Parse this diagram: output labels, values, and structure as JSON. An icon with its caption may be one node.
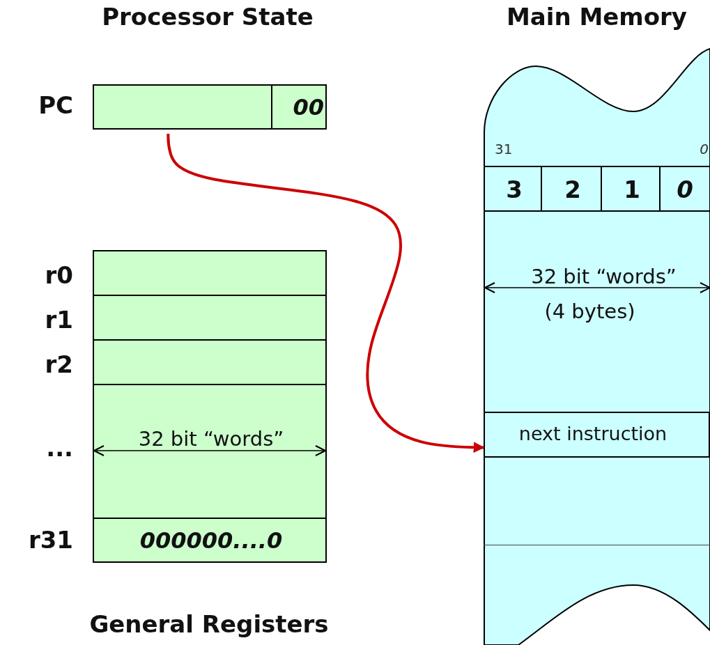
{
  "diagram": {
    "nodes": [
      {
        "text": [],
        "shape": "box",
        "beside": [
          "PC"
        ]
      },
      {
        "text": [
          "00"
        ]
      },
      {
        "text": [],
        "shape": "box",
        "beside": [
          "r0"
        ]
      },
      {
        "text": [],
        "shape": "box",
        "beside": [
          "r1"
        ]
      },
      {
        "text": [],
        "shape": "box",
        "beside": [
          "r2"
        ]
      },
      {
        "text": [
          "32 bit “words”"
        ],
        "beside": [
          "..."
        ]
      },
      {
        "text": [
          "000000....0"
        ],
        "beside": [
          "r31"
        ]
      },
      {
        "text": [
          "Main Memory"
        ]
      },
      {
        "text": [
          "3"
        ],
        "in": 7
      },
      {
        "text": [
          "2"
        ],
        "in": 7
      },
      {
        "text": [
          "1"
        ],
        "in": 7
      },
      {
        "text": [
          "0"
        ],
        "in": 7
      },
      {
        "text": [
          "32 bit “words”",
          "(4 bytes)"
        ],
        "in": 7
      },
      {
        "text": [
          "next instruction"
        ],
        "in": 7
      },
      {
        "text": [],
        "shape": "box",
        "in": 7
      }
    ],
    "edges": [
      {
        "from": 0,
        "to": 13,
        "arrow": "to",
        "color": "#cc0000"
      }
    ],
    "labels": [
      "Processor State",
      "31",
      "0",
      "General Registers"
    ]
  }
}
